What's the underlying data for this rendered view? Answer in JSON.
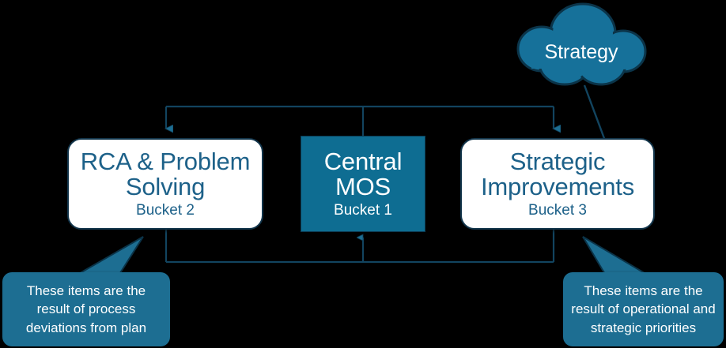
{
  "diagram": {
    "title": "Central MOS bucket diagram",
    "colors": {
      "background": "#000000",
      "accent_teal": "#0e6d92",
      "callout_teal": "#1d6e92",
      "node_text": "#1d6189",
      "connector": "#12445f",
      "arrow": "#1d6e92",
      "box_border": "#12354b",
      "box_fill": "#ffffff"
    },
    "nodes": [
      {
        "id": "rca",
        "title": "RCA & Problem Solving",
        "subtitle": "Bucket 2",
        "style": "white-rounded"
      },
      {
        "id": "central",
        "title": "Central MOS",
        "subtitle": "Bucket 1",
        "style": "solid-teal"
      },
      {
        "id": "strategic",
        "title": "Strategic Improvements",
        "subtitle": "Bucket 3",
        "style": "white-rounded"
      }
    ],
    "cloud": {
      "label": "Strategy",
      "shape": "cloud"
    },
    "callouts": [
      {
        "id": "left",
        "text": "These items are the result of process deviations from plan",
        "points_to": "rca"
      },
      {
        "id": "right",
        "text": "These items are the result of operational and strategic priorities",
        "points_to": "strategic"
      }
    ],
    "connectors": [
      {
        "from": "central",
        "to": "rca",
        "direction": "down-arrow"
      },
      {
        "from": "central",
        "to": "strategic",
        "direction": "down-arrow"
      },
      {
        "from": "rca",
        "to": "central",
        "direction": "up-arrow"
      },
      {
        "from": "strategic",
        "to": "central",
        "direction": "up-arrow"
      },
      {
        "from": "cloud",
        "to": "strategic",
        "direction": "leader-line"
      }
    ]
  }
}
